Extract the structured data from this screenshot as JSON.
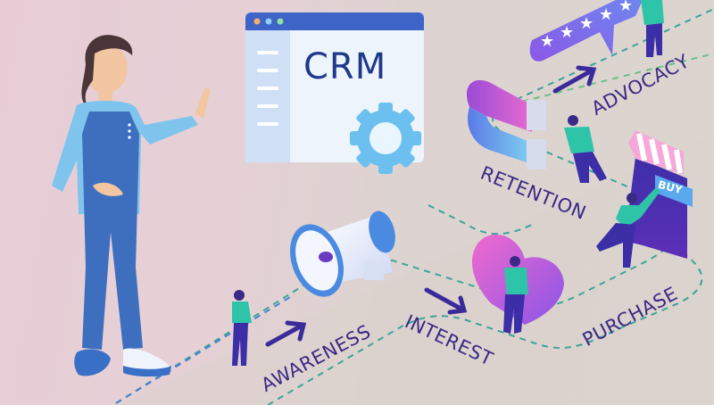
{
  "title": "CRM",
  "stages": [
    {
      "name": "awareness",
      "label": "AWARENESS"
    },
    {
      "name": "interest",
      "label": "INTEREST"
    },
    {
      "name": "purchase",
      "label": "PURCHASE"
    },
    {
      "name": "retention",
      "label": "RETENTION"
    },
    {
      "name": "advocacy",
      "label": "ADVOCACY"
    }
  ],
  "shop_sign": "BUY",
  "rating_stars": 5,
  "colors": {
    "background_left": "#e8cdd6",
    "background_right": "#dcd4ce",
    "label_text": "#3a2a86",
    "crm_text": "#1f3a8a",
    "path_dash": "#3aa59a",
    "accent_blue": "#4a7fd0",
    "accent_purple": "#8a5ae0",
    "accent_pink": "#e07ad0"
  },
  "icons": [
    "crm-window-icon",
    "gear-icon",
    "megaphone-icon",
    "heart-icon",
    "magnet-icon",
    "shop-icon",
    "rating-bubble-icon",
    "arrow-icon"
  ]
}
